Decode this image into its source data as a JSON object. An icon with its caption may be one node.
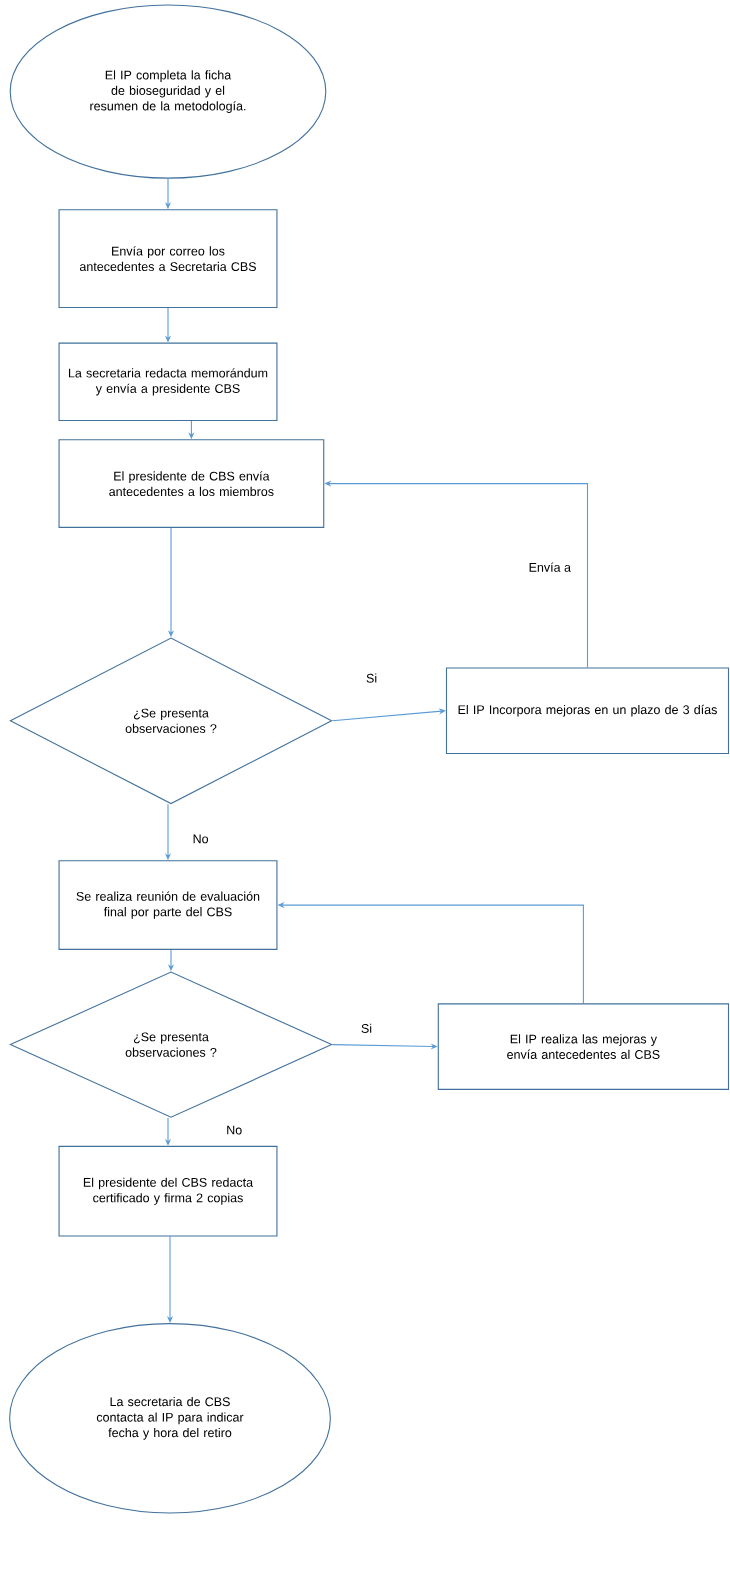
{
  "diagram": {
    "nodes": [
      {
        "text": [
          "El IP completa la ficha de bioseguridad y el resumen de la metodología."
        ]
      },
      {
        "text": [
          "Envía por correo los antecedentes a Secretaria CBS"
        ]
      },
      {
        "text": [
          "La secretaria redacta memorándum y envía a presidente CBS"
        ]
      },
      {
        "text": [
          "El presidente de CBS envía antecedentes a los miembros"
        ]
      },
      {
        "text": [
          "¿Se presenta observaciones ?"
        ]
      },
      {
        "text": [
          "El IP Incorpora mejoras en un plazo de 3 días"
        ]
      },
      {
        "text": [
          "Se realiza reunión de evaluación final por parte del CBS"
        ]
      },
      {
        "text": [
          "¿Se presenta observaciones ?"
        ]
      },
      {
        "text": [
          "El IP realiza las mejoras y envía antecedentes al CBS"
        ]
      },
      {
        "text": [
          "El presidente del CBS redacta certificado y firma 2 copias"
        ]
      },
      {
        "text": [
          "La secretaria de CBS contacta al IP para indicar fecha y hora del retiro"
        ]
      }
    ],
    "edges": [
      {
        "from": 0,
        "to": 1,
        "arrow": "to"
      },
      {
        "from": 1,
        "to": 2,
        "arrow": "to"
      },
      {
        "from": 2,
        "to": 3,
        "arrow": "to"
      },
      {
        "from": 3,
        "to": 4,
        "arrow": "to"
      },
      {
        "from": 4,
        "to": 5,
        "arrow": "to",
        "label": "Si"
      },
      {
        "from": 5,
        "to": 3,
        "arrow": "to",
        "label": "Envía a"
      },
      {
        "from": 4,
        "to": 6,
        "arrow": "to",
        "label": "No"
      },
      {
        "from": 6,
        "to": 7,
        "arrow": "to"
      },
      {
        "from": 7,
        "to": 8,
        "arrow": "to",
        "label": "Si"
      },
      {
        "from": 8,
        "to": 6,
        "arrow": "to"
      },
      {
        "from": 7,
        "to": 9,
        "arrow": "to",
        "label": "No"
      },
      {
        "from": 9,
        "to": 10,
        "arrow": "to"
      }
    ]
  }
}
